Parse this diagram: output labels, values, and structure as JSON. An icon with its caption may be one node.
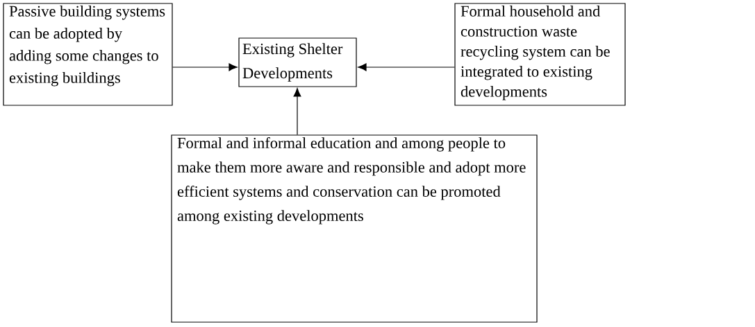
{
  "diagram": {
    "nodes": [
      {
        "text": [
          "Passive building systems can be adopted by adding some changes to existing buildings"
        ]
      },
      {
        "text": [
          "Existing Shelter Developments"
        ]
      },
      {
        "text": [
          "Formal household and construction waste recycling system can be integrated to existing developments"
        ]
      },
      {
        "text": [
          "Formal and informal education and among people to make them more aware and responsible and adopt more efficient systems and conservation can be promoted among existing developments"
        ]
      }
    ],
    "edges": [
      {
        "from": 0,
        "to": 1,
        "arrow": "to"
      },
      {
        "from": 2,
        "to": 1,
        "arrow": "to"
      },
      {
        "from": 3,
        "to": 1,
        "arrow": "to"
      }
    ]
  }
}
